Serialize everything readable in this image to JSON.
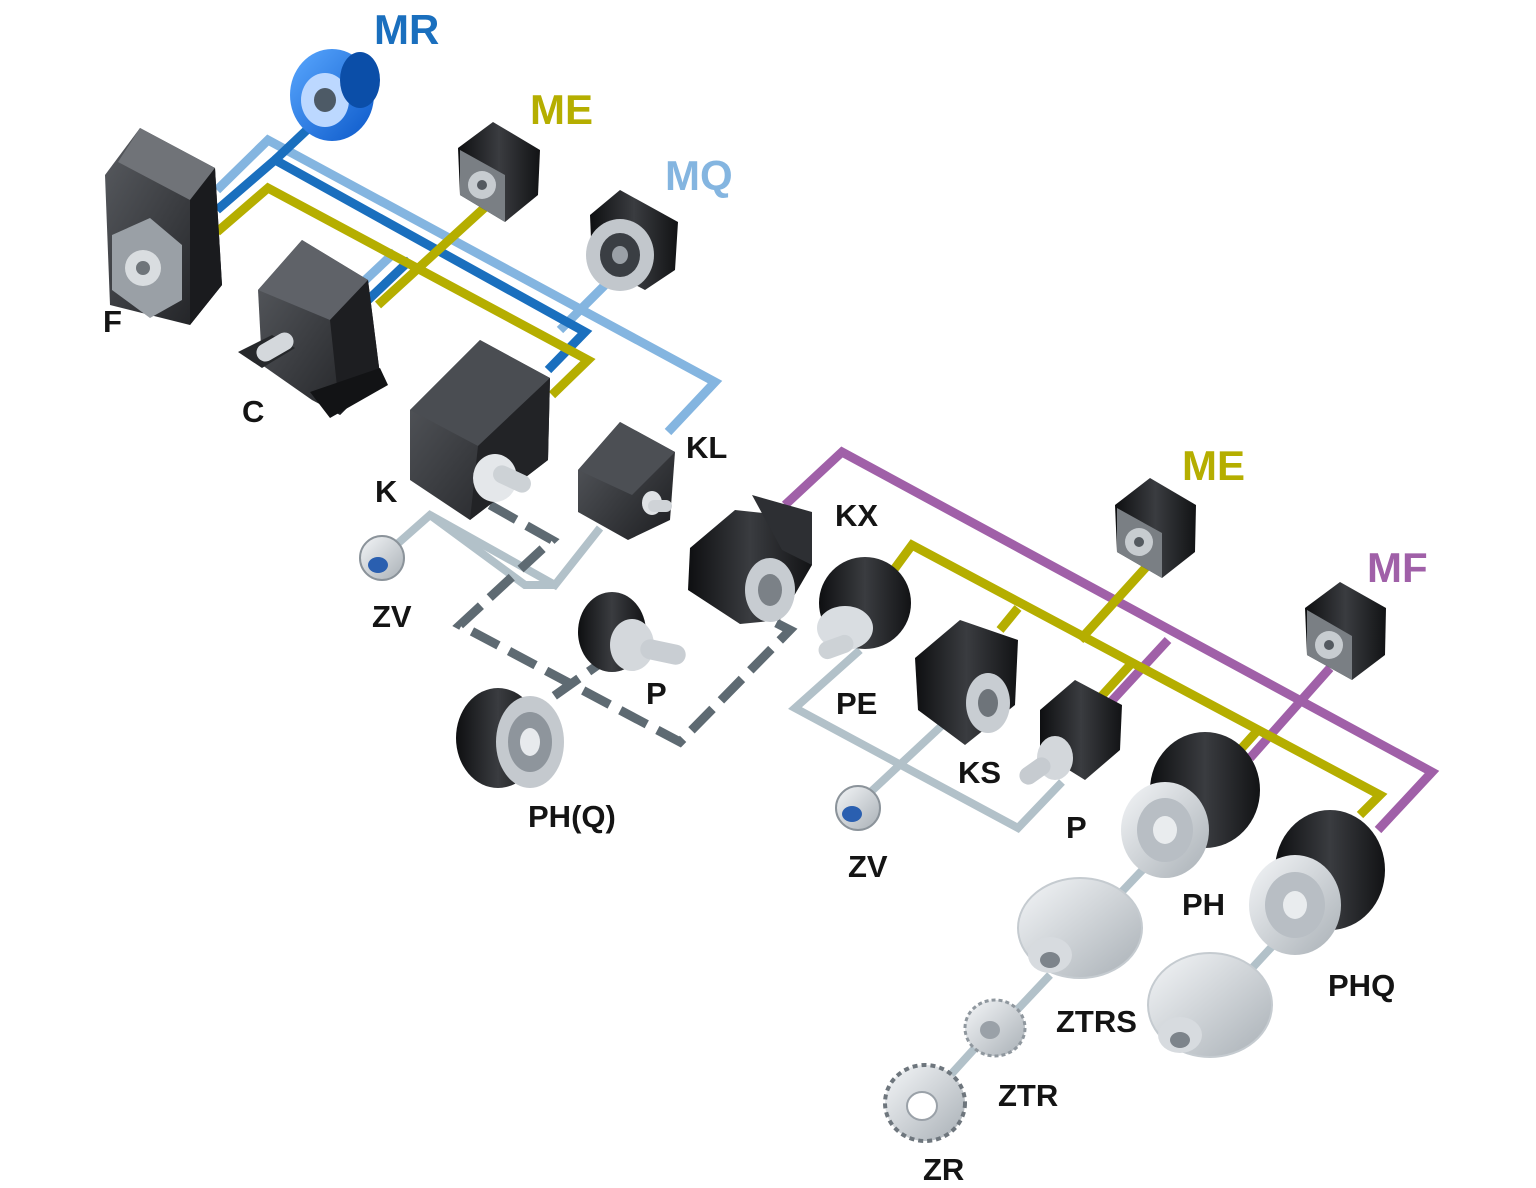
{
  "colors": {
    "mr": "#1a6fbe",
    "mq": "#84b5e0",
    "me": "#b5ae00",
    "mf": "#a060a8",
    "pinion": "#b2c1c9",
    "dashed": "#5e6a72",
    "label": "#141414"
  },
  "motor_labels": {
    "mr": "MR",
    "me_top": "ME",
    "mq": "MQ",
    "me_right": "ME",
    "mf": "MF"
  },
  "component_labels": {
    "f": "F",
    "c": "C",
    "k": "K",
    "kl": "KL",
    "kx": "KX",
    "zv_left": "ZV",
    "p_left": "P",
    "phq_paren": "PH(Q)",
    "pe": "PE",
    "ks": "KS",
    "zv_right": "ZV",
    "p_right": "P",
    "ph": "PH",
    "phq": "PHQ",
    "ztrs": "ZTRS",
    "ztr": "ZTR",
    "zr": "ZR"
  }
}
